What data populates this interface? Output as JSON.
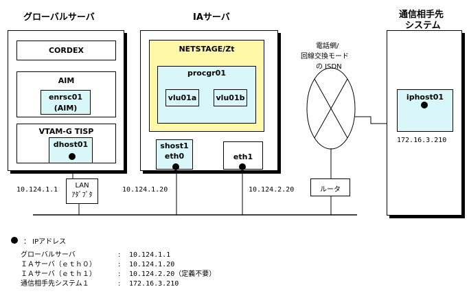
{
  "servers": {
    "global": {
      "title": "グローバルサーバ",
      "cordex": "CORDEX",
      "aim": "AIM",
      "enrsc": "enrsc01",
      "enrsc_sub": "(AIM)",
      "vtam": "VTAM-G TISP",
      "dhost": "dhost01",
      "ip": "10.124.1.1",
      "lan_adapter": "LAN\nｱﾀﾞﾌﾟﾀ"
    },
    "ia": {
      "title": "IAサーバ",
      "netstage": "NETSTAGE/Zt",
      "procgr": "procgr01",
      "vlu_a": "vlu01a",
      "vlu_b": "vlu01b",
      "shost": "shost1",
      "eth0": "eth0",
      "eth1": "eth1",
      "ip_eth0": "10.124.1.20",
      "ip_eth1": "10.124.2.20"
    },
    "partner": {
      "title_line1": "通信相手先",
      "title_line2": "システム",
      "iphost": "iphost01",
      "ip": "172.16.3.210"
    }
  },
  "network": {
    "line1": "電話網/",
    "line2": "回線交換モード",
    "line3": "の ISDN",
    "router": "ルータ"
  },
  "legend": {
    "dot_label": "：  IPアドレス",
    "rows": [
      {
        "name": "グローバルサーバ",
        "sep": ":",
        "value": "10.124.1.1",
        "note": ""
      },
      {
        "name": "ＩＡサーバ（ｅｔｈ０）",
        "sep": ":",
        "value": "10.124.1.20",
        "note": ""
      },
      {
        "name": "ＩＡサーバ（ｅｔｈ１）",
        "sep": ":",
        "value": "10.124.2.20",
        "note": "（定義不要）"
      },
      {
        "name": "通信相手先システム１",
        "sep": ":",
        "value": "172.16.3.210",
        "note": ""
      }
    ]
  }
}
